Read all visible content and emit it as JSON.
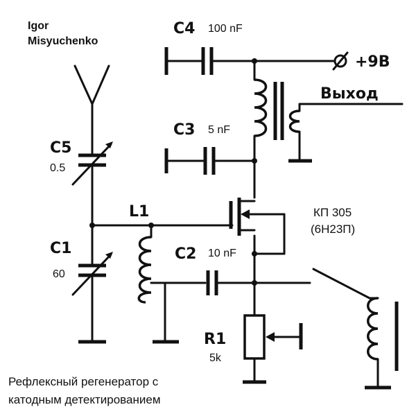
{
  "author": {
    "first": "Igor",
    "last": "Misyuchenko"
  },
  "components": {
    "c4": {
      "ref": "C4",
      "value": "100 nF"
    },
    "c3": {
      "ref": "C3",
      "value": "5 nF"
    },
    "c5": {
      "ref": "C5",
      "value": "0.5"
    },
    "c1": {
      "ref": "C1",
      "value": "60"
    },
    "c2": {
      "ref": "C2",
      "value": "10 nF"
    },
    "l1": {
      "ref": "L1"
    },
    "r1": {
      "ref": "R1",
      "value": "5k"
    },
    "transistor": {
      "type": "КП 305",
      "equivalent": "(6Н23П)"
    }
  },
  "terminals": {
    "supply": "+9В",
    "output": "Выход"
  },
  "caption": {
    "line1": "Рефлексный регенератор с",
    "line2": "катодным детектированием"
  }
}
